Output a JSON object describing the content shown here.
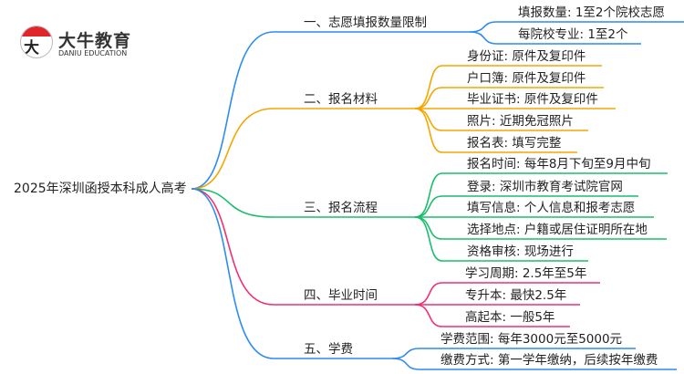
{
  "logo": {
    "cn": "大牛教育",
    "en": "DANIU EDUCATION",
    "mark": "大牛"
  },
  "root": "2025年深圳函授本科成人高考",
  "colors": {
    "blue": "#2d8cf0",
    "orange": "#f5a500",
    "green": "#19be6b",
    "pink": "#f0306e"
  },
  "branches": [
    {
      "label": "一、志愿填报数量限制",
      "color": "blue",
      "leaves": [
        "填报数量: 1至2个院校志愿",
        "每院校专业: 1至2个"
      ]
    },
    {
      "label": "二、报名材料",
      "color": "orange",
      "leaves": [
        "身份证: 原件及复印件",
        "户口簿: 原件及复印件",
        "毕业证书: 原件及复印件",
        "照片: 近期免冠照片",
        "报名表: 填写完整"
      ]
    },
    {
      "label": "三、报名流程",
      "color": "green",
      "leaves": [
        "报名时间: 每年8月下旬至9月中旬",
        "登录: 深圳市教育考试院官网",
        "填写信息: 个人信息和报考志愿",
        "选择地点: 户籍或居住证明所在地",
        "资格审核: 现场进行"
      ]
    },
    {
      "label": "四、毕业时间",
      "color": "pink",
      "leaves": [
        "学习周期: 2.5年至5年",
        "专升本: 最快2.5年",
        "高起本: 一般5年"
      ]
    },
    {
      "label": "五、学费",
      "color": "blue",
      "leaves": [
        "学费范围: 每年3000元至5000元",
        "缴费方式: 第一学年缴纳，后续按年缴费"
      ]
    }
  ]
}
